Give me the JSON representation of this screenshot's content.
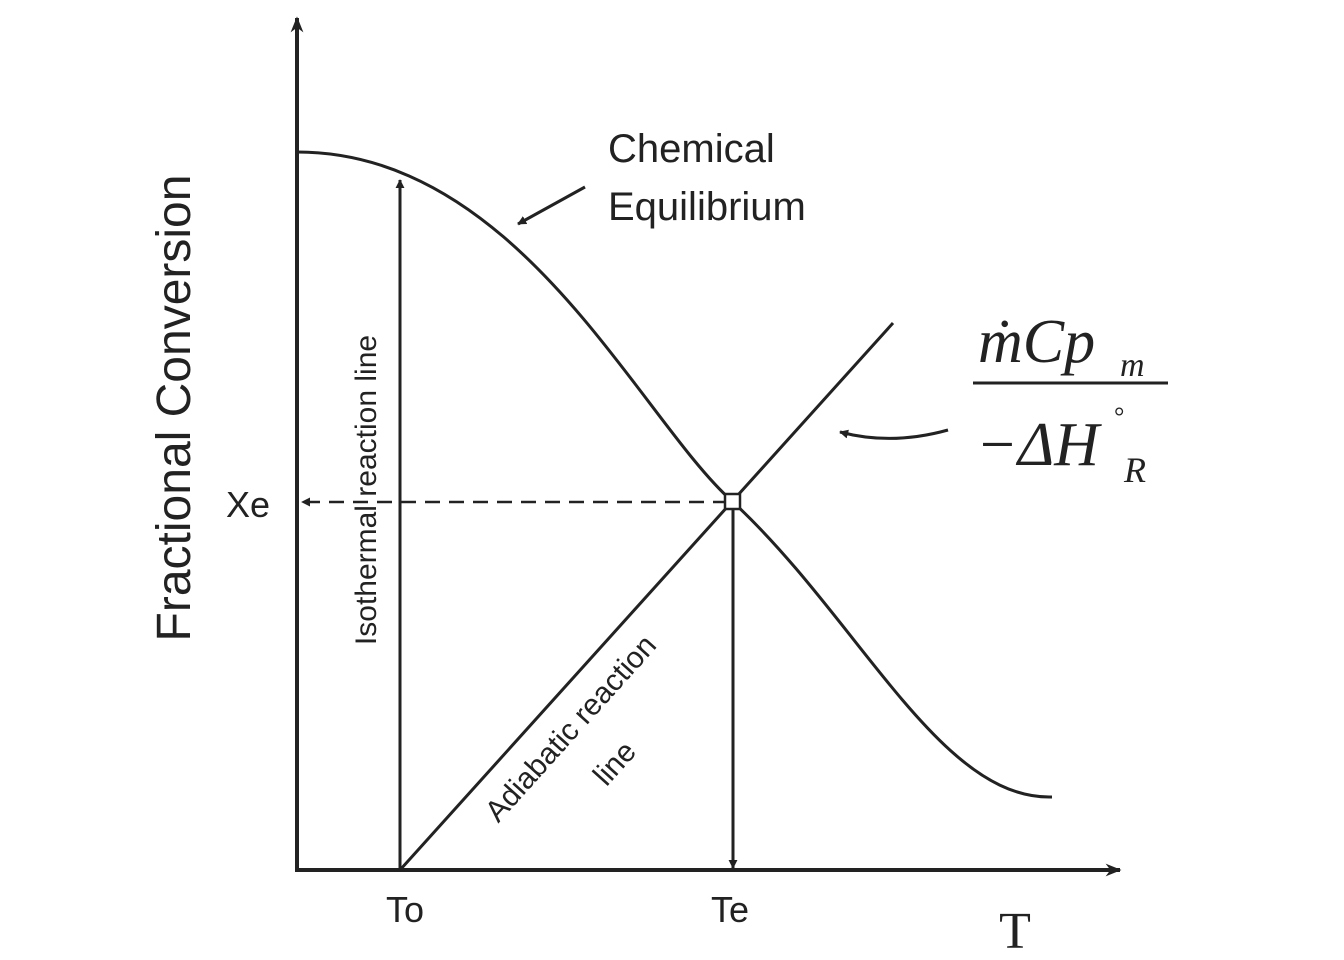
{
  "diagram": {
    "y_axis_label": "Fractional Conversion",
    "x_axis_label": "T",
    "tick_labels": {
      "x_start": "To",
      "x_equilibrium": "Te",
      "y_equilibrium": "Xe"
    },
    "curve_label_line1": "Chemical",
    "curve_label_line2": "Equilibrium",
    "isothermal_label": "Isothermal reaction line",
    "adiabatic_label_line1": "Adiabatic reaction",
    "adiabatic_label_line2": "line",
    "slope_formula": {
      "numerator": "ṁCp",
      "numerator_sub": "m",
      "denominator": "−ΔH",
      "denominator_sup": "°",
      "denominator_sub": "R"
    }
  },
  "colors": {
    "ink": "#222222",
    "background": "#ffffff"
  }
}
